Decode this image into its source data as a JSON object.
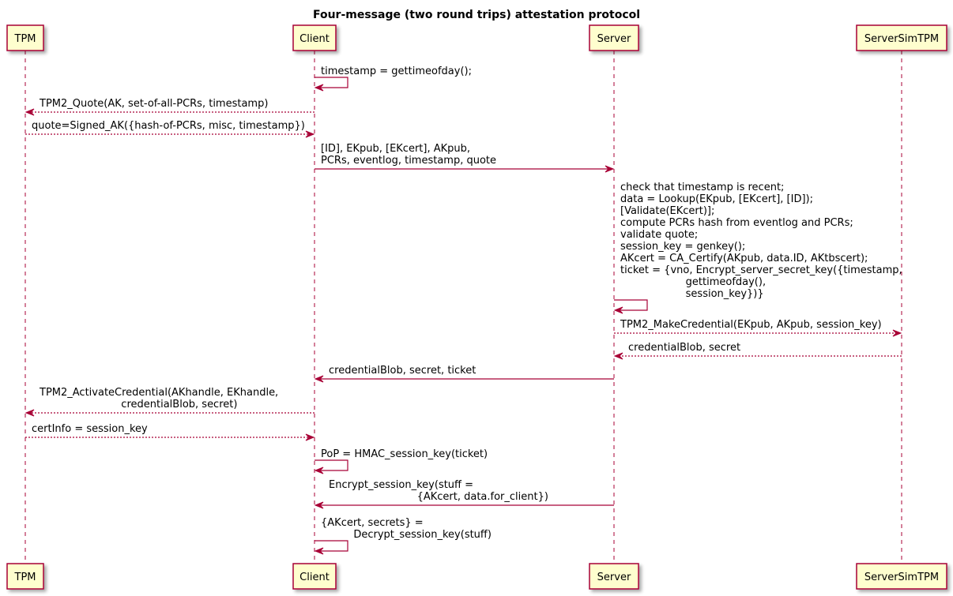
{
  "title": "Four-message (two round trips) attestation protocol",
  "participants": [
    {
      "id": "tpm",
      "label": "TPM"
    },
    {
      "id": "client",
      "label": "Client"
    },
    {
      "id": "server",
      "label": "Server"
    },
    {
      "id": "serversimtpm",
      "label": "ServerSimTPM"
    }
  ],
  "messages": [
    {
      "from": "client",
      "to": "client",
      "style": "solid",
      "lines": [
        "timestamp = gettimeofday();"
      ]
    },
    {
      "from": "client",
      "to": "tpm",
      "style": "dashed",
      "lines": [
        "TPM2_Quote(AK, set-of-all-PCRs, timestamp)"
      ]
    },
    {
      "from": "tpm",
      "to": "client",
      "style": "dashed",
      "lines": [
        "quote=Signed_AK({hash-of-PCRs, misc, timestamp})"
      ]
    },
    {
      "from": "client",
      "to": "server",
      "style": "solid",
      "lines": [
        "[ID], EKpub, [EKcert], AKpub,",
        "PCRs, eventlog, timestamp, quote"
      ]
    },
    {
      "from": "server",
      "to": "server",
      "style": "solid",
      "lines": [
        "check that timestamp is recent;",
        "data = Lookup(EKpub, [EKcert], [ID]);",
        "[Validate(EKcert)];",
        "compute PCRs hash from eventlog and PCRs;",
        "validate quote;",
        "session_key = genkey();",
        "AKcert = CA_Certify(AKpub, data.ID, AKtbscert);",
        "ticket = {vno, Encrypt_server_secret_key({timestamp,",
        "                    gettimeofday(),",
        "                    session_key})}"
      ]
    },
    {
      "from": "server",
      "to": "serversimtpm",
      "style": "dashed",
      "lines": [
        "TPM2_MakeCredential(EKpub, AKpub, session_key)"
      ]
    },
    {
      "from": "serversimtpm",
      "to": "server",
      "style": "dashed",
      "lines": [
        "credentialBlob, secret"
      ]
    },
    {
      "from": "server",
      "to": "client",
      "style": "solid",
      "lines": [
        "credentialBlob, secret, ticket"
      ]
    },
    {
      "from": "client",
      "to": "tpm",
      "style": "dashed",
      "lines": [
        "TPM2_ActivateCredential(AKhandle, EKhandle,",
        "                         credentialBlob, secret)"
      ]
    },
    {
      "from": "tpm",
      "to": "client",
      "style": "dashed",
      "lines": [
        "certInfo = session_key"
      ]
    },
    {
      "from": "client",
      "to": "client",
      "style": "solid",
      "lines": [
        "PoP = HMAC_session_key(ticket)"
      ]
    },
    {
      "from": "server",
      "to": "client",
      "style": "solid",
      "lines": [
        "Encrypt_session_key(stuff =",
        "                           {AKcert, data.for_client})"
      ]
    },
    {
      "from": "client",
      "to": "client",
      "style": "solid",
      "lines": [
        "{AKcert, secrets} =",
        "          Decrypt_session_key(stuff)"
      ]
    }
  ],
  "colors": {
    "arrow": "#A80036",
    "participant_fill": "#FEFECE",
    "participant_border": "#A80036",
    "lifeline": "#A80036"
  }
}
